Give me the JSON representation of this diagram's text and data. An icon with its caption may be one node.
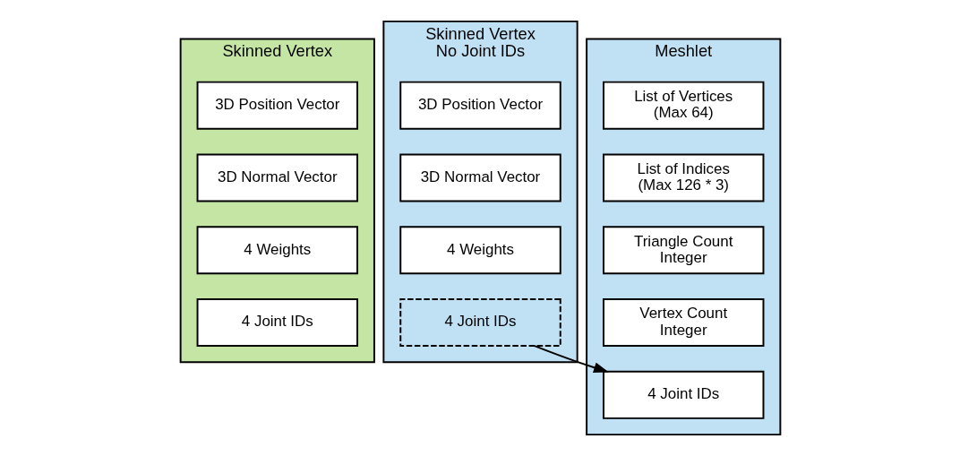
{
  "diagram": {
    "nodes": [
      {
        "text": [
          "Skinned Vertex"
        ]
      },
      {
        "text": [
          "3D Position Vector"
        ],
        "in": 0
      },
      {
        "text": [
          "3D Normal Vector"
        ],
        "in": 0
      },
      {
        "text": [
          "4 Weights"
        ],
        "in": 0
      },
      {
        "text": [
          "4 Joint IDs"
        ],
        "in": 0
      },
      {
        "text": [
          "Skinned Vertex No Joint IDs"
        ]
      },
      {
        "text": [
          "3D Position Vector"
        ],
        "in": 5
      },
      {
        "text": [
          "3D Normal Vector"
        ],
        "in": 5
      },
      {
        "text": [
          "4 Weights"
        ],
        "in": 5
      },
      {
        "text": [
          "4 Joint IDs"
        ],
        "in": 5
      },
      {
        "text": [
          "Meshlet"
        ]
      },
      {
        "text": [
          "List of Vertices (Max 64)"
        ],
        "in": 10
      },
      {
        "text": [
          "List of Indices (Max 126 * 3)"
        ],
        "in": 10
      },
      {
        "text": [
          "Triangle Count Integer"
        ],
        "in": 10
      },
      {
        "text": [
          "Vertex Count Integer"
        ],
        "in": 10
      },
      {
        "text": [
          "4 Joint IDs"
        ],
        "in": 10
      }
    ],
    "edges": [
      {
        "from": 9,
        "to": 15,
        "arrow": "to"
      }
    ]
  }
}
